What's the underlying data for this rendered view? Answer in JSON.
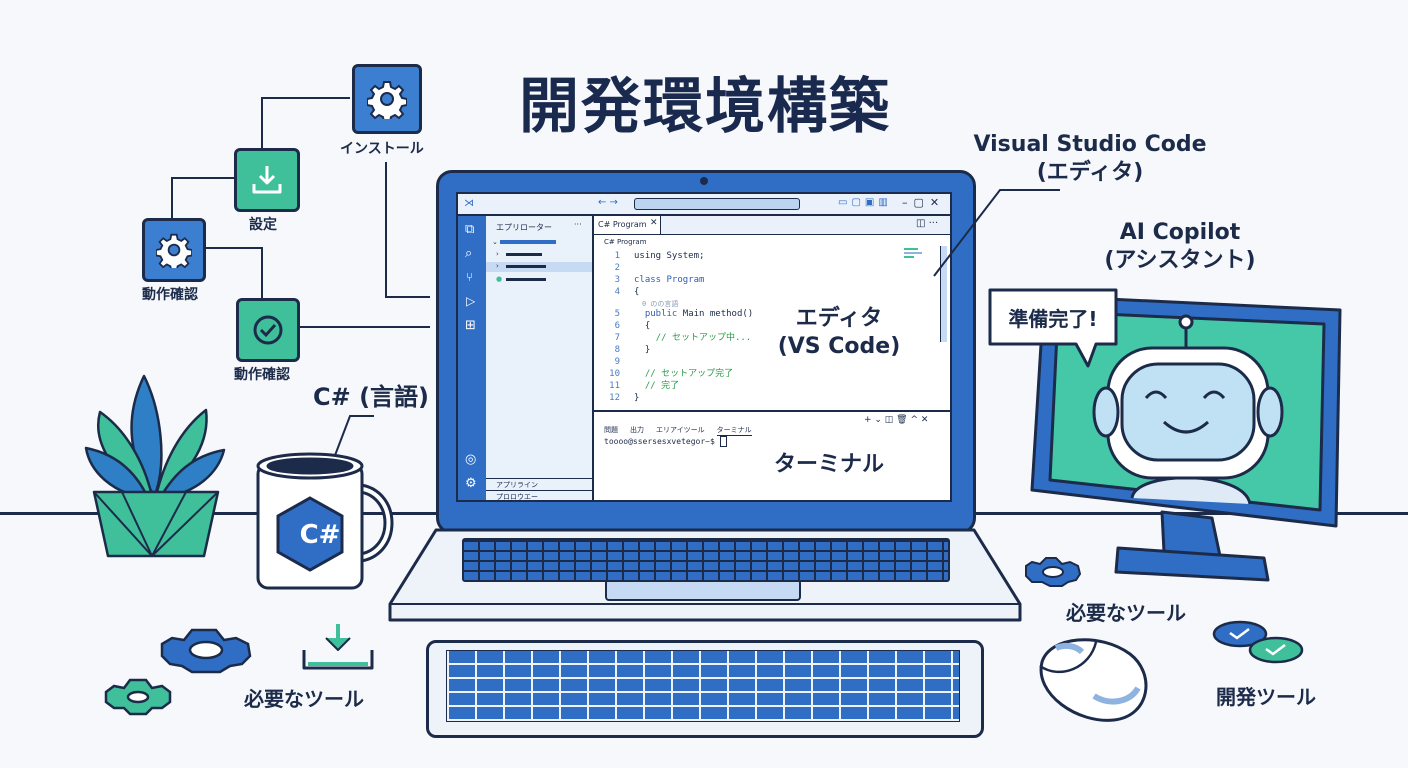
{
  "title": "開発環境構築",
  "workflow": {
    "install_label": "インストール",
    "settings_label": "設定",
    "verify_label_1": "動作確認",
    "verify_label_2": "動作確認"
  },
  "language_label": "C# (言語)",
  "mug": {
    "logo_text": "C#"
  },
  "callouts": {
    "vscode_line1": "Visual Studio Code",
    "vscode_line2": "(エディタ)",
    "copilot_line1": "AI Copilot",
    "copilot_line2": "(アシスタント)",
    "editor_line1": "エディタ",
    "editor_line2": "(VS Code)",
    "terminal": "ターミナル"
  },
  "ide": {
    "explorer_title": "エプリローター",
    "explorer_menu": "···",
    "bottom_section_1": "アプリライン",
    "bottom_section_2": "プロロウエー",
    "tab_name": "C# Program",
    "breadcrumb": "C# Program",
    "code": {
      "n1": "1",
      "t1": "using System;",
      "n2": "2",
      "n3": "3",
      "k3": "class",
      "t3": "Program",
      "n4": "4",
      "t4": "{",
      "hint": "0 のの言語",
      "n5": "5",
      "k5": "public",
      "t5": "Main method()",
      "n6": "6",
      "t6": "{",
      "n7": "7",
      "c7": "// セットアップ中...",
      "n8": "8",
      "t8": "}",
      "n9": "9",
      "n10": "10",
      "c10": "// セットアップ完了",
      "n11": "11",
      "c11": "// 完了",
      "n12": "12",
      "t12": "}"
    },
    "terminal_tabs": [
      "問題",
      "出力",
      "エリアイツール",
      "ターミナル"
    ],
    "terminal_actions": "+ ⌄ ◫ 🗑 ^ ✕",
    "terminal_prompt": "toooo@ssersesxvetegor~$"
  },
  "speech_bubble": "準備完了!",
  "tools": {
    "tools_label_1": "必要なツール",
    "tools_label_2": "必要なツール",
    "devtools_label": "開発ツール"
  },
  "colors": {
    "navy": "#1c2b4a",
    "blue": "#3c7fd0",
    "green": "#3fbf9a",
    "screen_bg": "#ffffff",
    "monitor_screen": "#45c8a8"
  }
}
